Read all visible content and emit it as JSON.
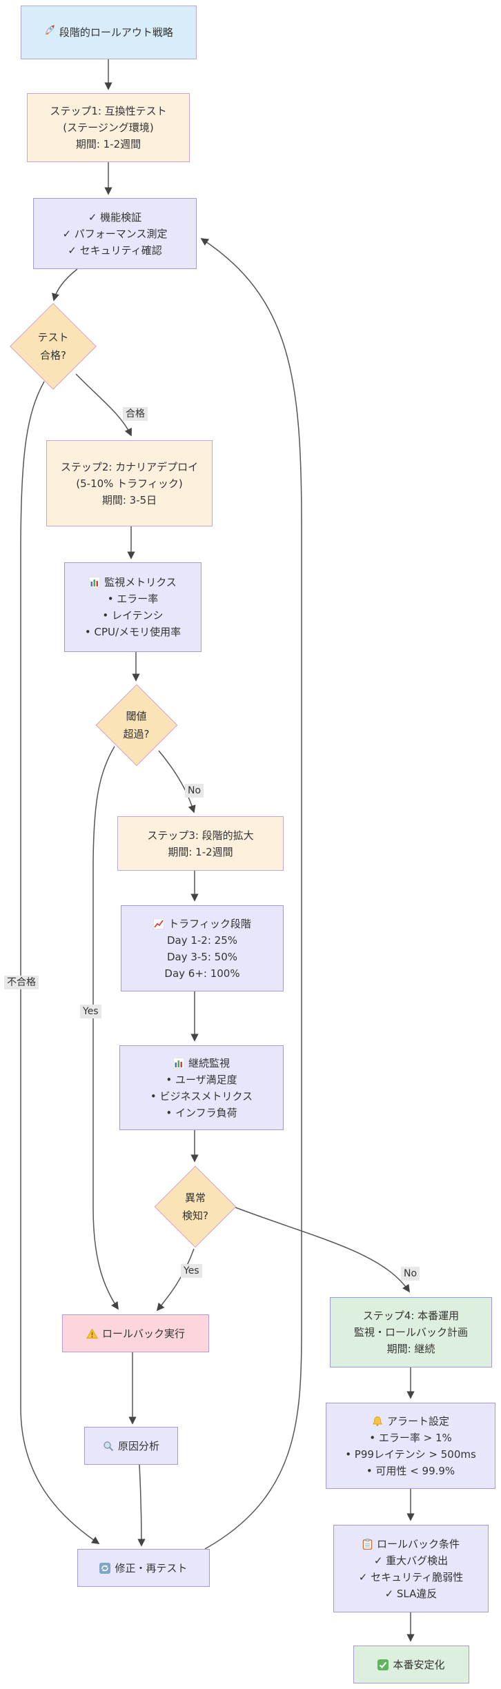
{
  "colors": {
    "start_fill": "#d9edf8",
    "start_stroke": "#b0a9d6",
    "step_fill": "#fdf0dd",
    "step_stroke": "#bba8d9",
    "info_fill": "#e8e6fa",
    "info_stroke": "#a49ad8",
    "decision_fill": "#fbe3b8",
    "decision_stroke": "#d3a2ce",
    "alert_fill": "#fdd5dc",
    "alert_stroke": "#bb9ad2",
    "success_fill": "#ddefdd",
    "success_stroke": "#9b9bd9",
    "edge": "#555555",
    "edge_label_bg": "#e8e8e8",
    "text": "#333333"
  },
  "nodes": {
    "start": {
      "icon": "rocket",
      "label": "段階的ロールアウト戦略"
    },
    "step1": {
      "lines": [
        "ステップ1: 互換性テスト",
        "(ステージング環境)",
        "期間: 1-2週間"
      ]
    },
    "checks": {
      "lines": [
        "✓ 機能検証",
        "✓ パフォーマンス測定",
        "✓ セキュリティ確認"
      ]
    },
    "test_pass": {
      "lines": [
        "テスト",
        "合格?"
      ]
    },
    "step2": {
      "lines": [
        "ステップ2: カナリアデプロイ",
        "(5-10% トラフィック)",
        "期間: 3-5日"
      ]
    },
    "metrics": {
      "icon": "bar-chart",
      "title": "監視メトリクス",
      "items": [
        "• エラー率",
        "• レイテンシ",
        "• CPU/メモリ使用率"
      ]
    },
    "threshold": {
      "lines": [
        "閾値",
        "超過?"
      ]
    },
    "step3": {
      "lines": [
        "ステップ3: 段階的拡大",
        "期間: 1-2週間"
      ]
    },
    "traffic": {
      "icon": "line-chart",
      "title": "トラフィック段階",
      "items": [
        "Day 1-2: 25%",
        "Day 3-5: 50%",
        "Day 6+: 100%"
      ]
    },
    "monitor": {
      "icon": "bar-chart",
      "title": "継続監視",
      "items": [
        "• ユーザ満足度",
        "• ビジネスメトリクス",
        "• インフラ負荷"
      ]
    },
    "anomaly": {
      "lines": [
        "異常",
        "検知?"
      ]
    },
    "rollback": {
      "icon": "warning",
      "label": "ロールバック実行"
    },
    "analysis": {
      "icon": "magnifier",
      "label": "原因分析"
    },
    "retest": {
      "icon": "refresh",
      "label": "修正・再テスト"
    },
    "step4": {
      "lines": [
        "ステップ4: 本番運用",
        "監視・ロールバック計画",
        "期間: 継続"
      ]
    },
    "alerts": {
      "icon": "bell",
      "title": "アラート設定",
      "items": [
        "• エラー率 > 1%",
        "• P99レイテンシ > 500ms",
        "• 可用性 < 99.9%"
      ]
    },
    "conditions": {
      "icon": "clipboard",
      "title": "ロールバック条件",
      "items": [
        "✓ 重大バグ検出",
        "✓ セキュリティ脆弱性",
        "✓ SLA違反"
      ]
    },
    "stable": {
      "icon": "check",
      "label": "本番安定化"
    }
  },
  "edge_labels": {
    "pass": "合格",
    "fail": "不合格",
    "threshold_no": "No",
    "threshold_yes": "Yes",
    "anomaly_yes": "Yes",
    "anomaly_no": "No"
  }
}
